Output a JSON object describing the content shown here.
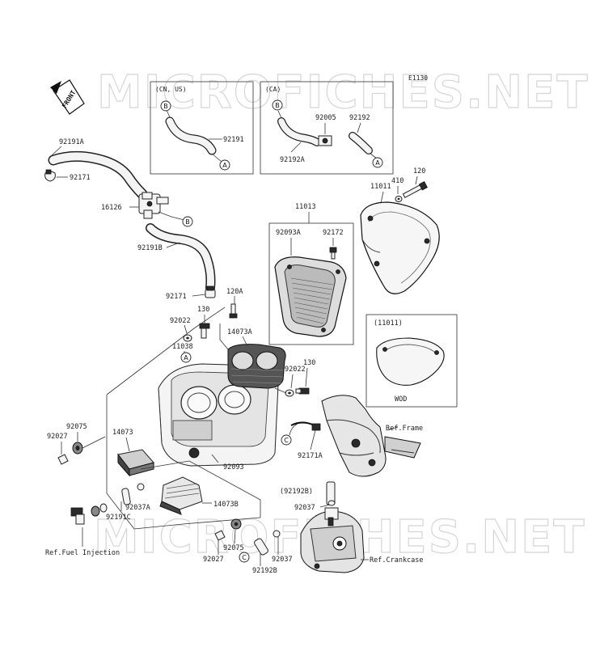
{
  "diagram_code": "E1130",
  "watermark": "MICROFICHES.NET",
  "front_arrow": "FRONT",
  "boxes": {
    "cn_us_title": "(CN, US)",
    "ca_title": "(CA)",
    "wod_part_ref": "(11011)",
    "wod_label": "WOD"
  },
  "refs": {
    "frame": "Ref.Frame",
    "fuel_injection": "Ref.Fuel Injection",
    "crankcase": "Ref.Crankcase"
  },
  "connector_letters": [
    "A",
    "B",
    "C"
  ],
  "parts": {
    "p92191A": "92191A",
    "p92171_top": "92171",
    "p16126": "16126",
    "p92191B": "92191B",
    "p92171_mid": "92171",
    "p92022_left": "92022",
    "p130_left": "130",
    "p120A": "120A",
    "p11038": "11038",
    "p14073A": "14073A",
    "p92075_left": "92075",
    "p92027_left": "92027",
    "p14073": "14073",
    "p92037A": "92037A",
    "p92191C": "92191C",
    "p14073B": "14073B",
    "p92093": "92093",
    "p92022_right": "92022",
    "p130_right": "130",
    "p92075_bottom": "92075",
    "p92027_bottom": "92027",
    "p92037_bottom": "92037",
    "p92192B_bottom": "92192B",
    "p92192B_paren": "(92192B)",
    "p92037_right": "92037",
    "p92171A": "92171A",
    "p11013": "11013",
    "p92093A": "92093A",
    "p92172": "92172",
    "p11011": "11011",
    "p410": "410",
    "p120": "120",
    "p92191": "92191",
    "p92005": "92005",
    "p92192": "92192",
    "p92192A": "92192A"
  }
}
